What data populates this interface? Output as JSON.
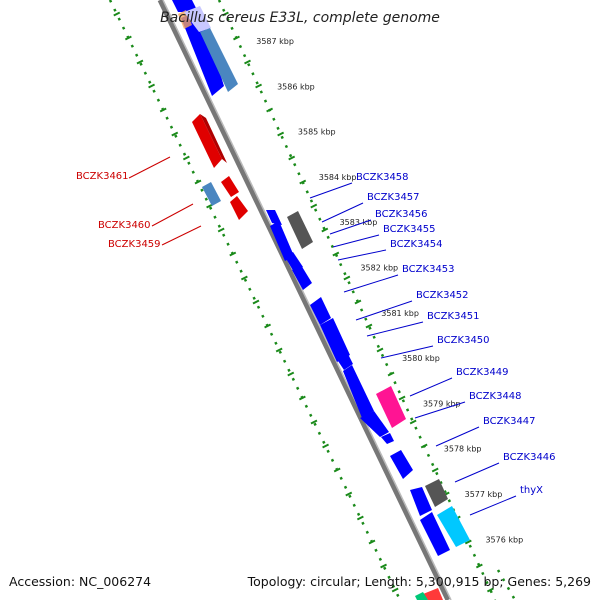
{
  "title": "Bacillus cereus E33L, complete genome",
  "footer": {
    "accession": "Accession: NC_006274",
    "summary": "Topology: circular; Length: 5,300,915 bp; Genes: 5,269"
  },
  "colors": {
    "cds_forward": "#0000ff",
    "cds_reverse": "#ff0000",
    "cds_dark": "#1a3ccf",
    "steel_blue": "#4a86c0",
    "gray": "#6a6a6a",
    "pink": "#ff1493",
    "cyan": "#00c8ff",
    "backbone": "#888888",
    "scale_ticks": "#1a8a1a",
    "label_forward": "#0000cc",
    "label_reverse": "#cc0000"
  },
  "scale_labels": [
    "3587 kbp",
    "3586 kbp",
    "3585 kbp",
    "3584 kbp",
    "3583 kbp",
    "3582 kbp",
    "3581 kbp",
    "3580 kbp",
    "3579 kbp",
    "3578 kbp",
    "3577 kbp",
    "3576 kbp"
  ],
  "reverse_genes": [
    "BCZK3461",
    "BCZK3460",
    "BCZK3459"
  ],
  "forward_genes": [
    "BCZK3458",
    "BCZK3457",
    "BCZK3456",
    "BCZK3455",
    "BCZK3454",
    "BCZK3453",
    "BCZK3452",
    "BCZK3451",
    "BCZK3450",
    "BCZK3449",
    "BCZK3448",
    "BCZK3447",
    "BCZK3446",
    "thyX"
  ]
}
